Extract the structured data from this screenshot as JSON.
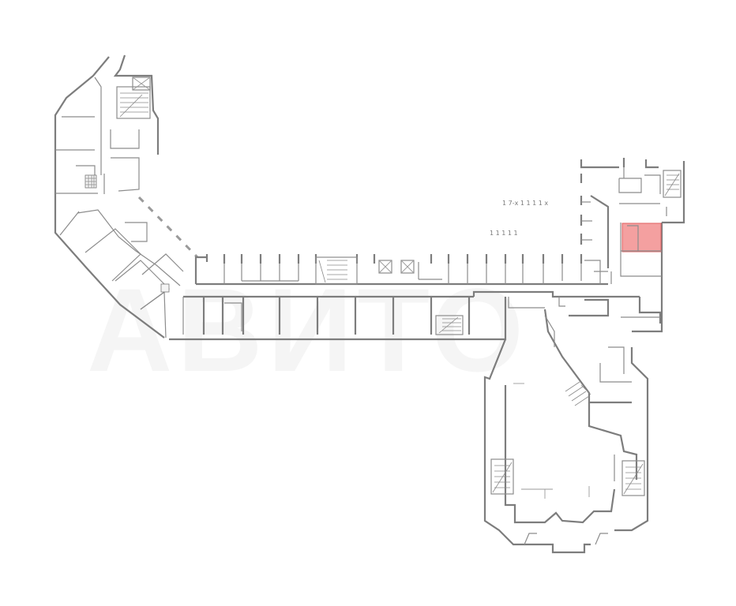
{
  "plan": {
    "highlight_color": "#f08080",
    "line_color": "#7d7d7d",
    "background": "#ffffff",
    "watermark": "АВИТО",
    "faint_labels": {
      "label_1": "1 7-х 1 1 1 1 х",
      "label_2": "1 1 1 1 1"
    }
  }
}
